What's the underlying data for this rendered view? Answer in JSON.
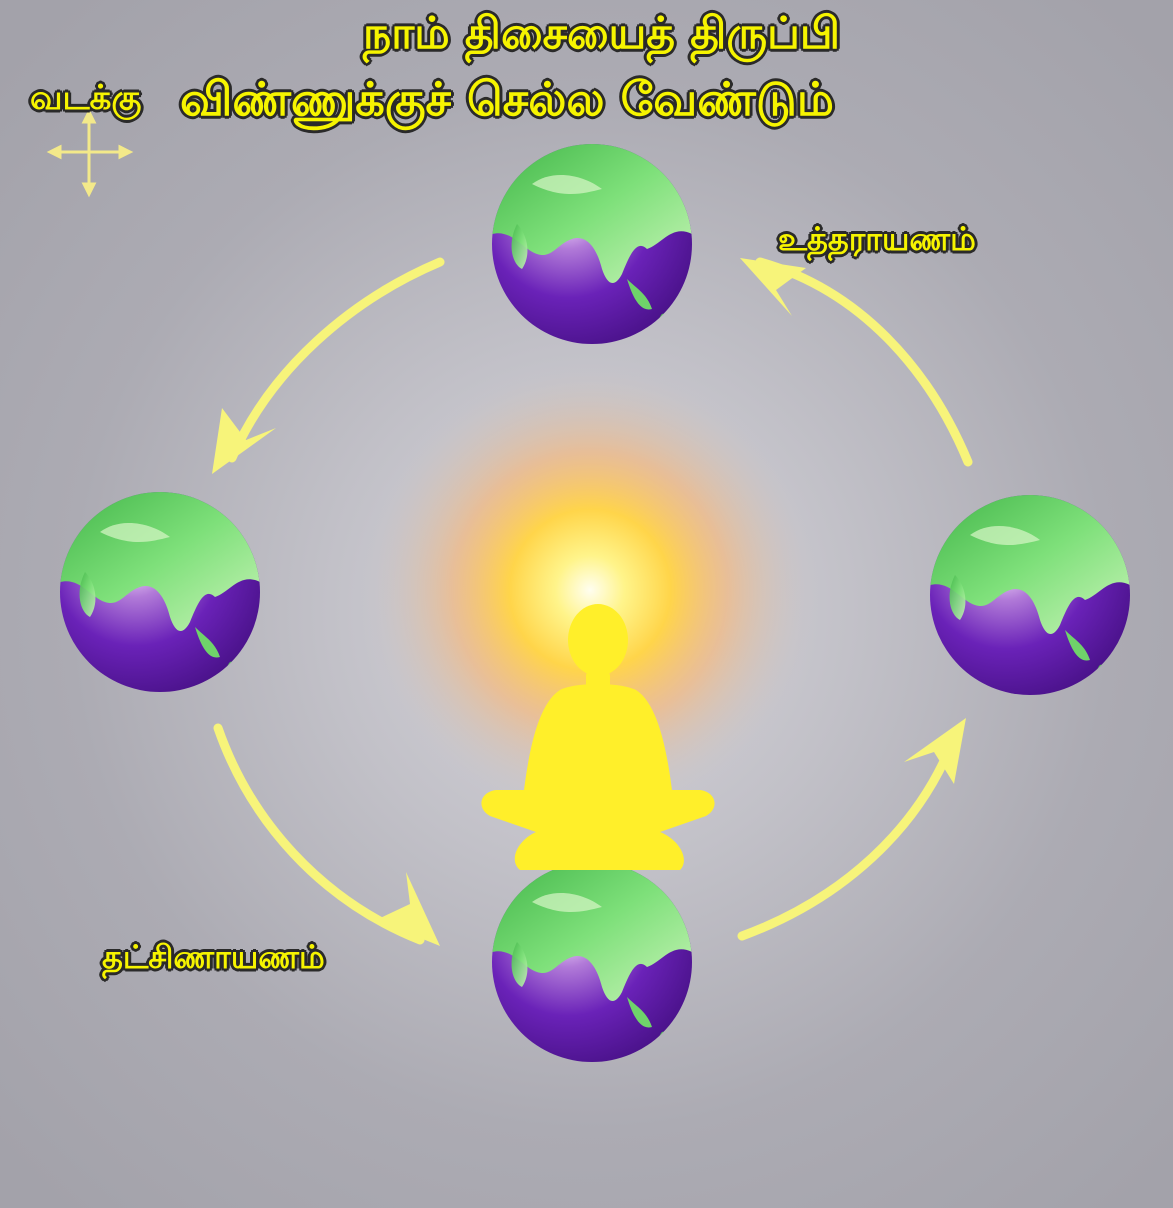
{
  "title": {
    "line1": "நாம் திசையைத் திருப்பி",
    "line2": "விண்ணுக்குச் செல்ல வேண்டும்"
  },
  "north_label": "வடக்கு",
  "labels": {
    "uttarayanam": "உத்தராயணம்",
    "dakshinayanam": "தட்சிணாயணம்"
  },
  "icons": {
    "compass": "compass-cross-icon",
    "globe": "earth-globe-icon",
    "figure": "meditating-person-icon",
    "sun": "sun-glow"
  },
  "colors": {
    "background": "#a7a6ad",
    "text": "#f6f400",
    "text_outline": "#2a2a2a",
    "arrow": "#f7f47a",
    "ocean": "#6a22b8",
    "land": "#5fd15a",
    "figure": "#ffef2a"
  }
}
